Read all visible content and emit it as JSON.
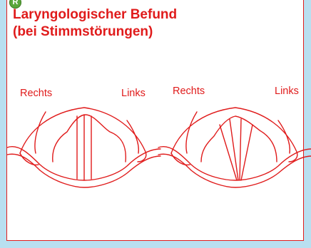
{
  "badge": {
    "label": "R"
  },
  "title": {
    "line1": "Laryngologischer Befund",
    "line2": "(bei Stimmstörungen)"
  },
  "diagrams": [
    {
      "left_label": "Rechts",
      "right_label": "Links"
    },
    {
      "left_label": "Rechts",
      "right_label": "Links"
    }
  ],
  "colors": {
    "accent": "#e01b1b",
    "background": "#b9dff0",
    "panel": "#ffffff",
    "badge": "#5aa63a"
  }
}
